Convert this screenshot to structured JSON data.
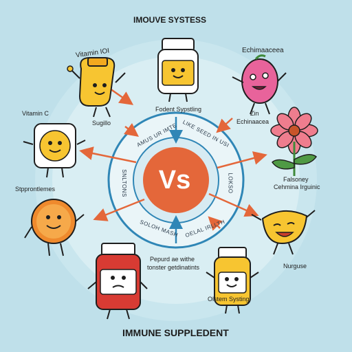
{
  "title_top": "IMOUVE SYSTESS",
  "title_bottom": "IMMUNE SUPPLEDENT",
  "center": "Vs",
  "ring": {
    "top_left": "AMUS UR IMTE",
    "top_right": "LIKE SEED IN USI",
    "left": "SNLTONS",
    "right": "LOKSO",
    "bottom_left": "SOLOH MASH",
    "bottom_right": "OELAL IRLLTH"
  },
  "items": {
    "vitamin_top": {
      "title": "Vitamin IOI",
      "label": "Sugillo"
    },
    "bottle_top": {
      "label": "Fodent Sypstling"
    },
    "echinacea_top": {
      "title": "Echimaaceea",
      "label_line1": "Zin",
      "label_line2": "Echinaacea"
    },
    "vitamin_c": {
      "title": "Vitamin C",
      "label": "Stpprontlemes"
    },
    "flower": {
      "label_line1": "Falsoney",
      "label_line2": "Cehmina Irguinic"
    },
    "orange": {
      "label": ""
    },
    "lemon": {
      "label": "Nurguse"
    },
    "bottle_bottom_left": {
      "label": ""
    },
    "center_bottom": {
      "label_line1": "Pepurd ae withe",
      "label_line2": "tonster getdinatints"
    },
    "bottle_bottom_right": {
      "label": "Olstem Systing"
    }
  },
  "colors": {
    "background": "#bfe0ea",
    "center": "#e4673a",
    "inner_ring": "#2f86b6",
    "arrows": "#e4673a",
    "yellow": "#f7c531",
    "orange": "#ef8a2d",
    "pink": "#e8639b"
  }
}
